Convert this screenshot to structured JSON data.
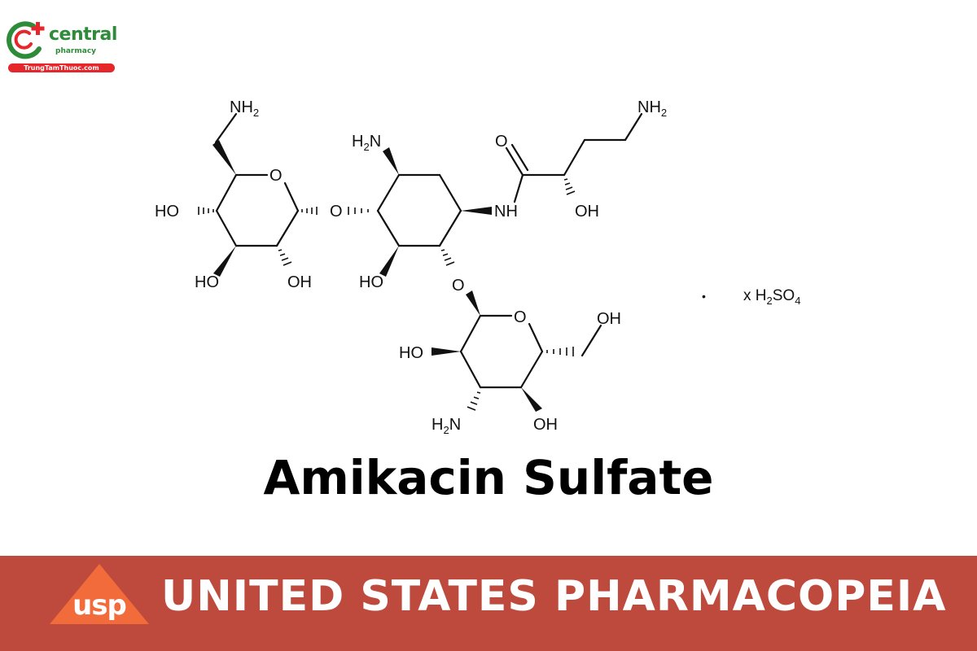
{
  "brand": {
    "name": "central",
    "tagline": "pharmacy",
    "website": "TrungTamThuoc.com",
    "colors": {
      "green": "#2e8b3a",
      "red": "#e5262b"
    }
  },
  "structure": {
    "compound": "Amikacin",
    "labels": {
      "left_nh2": "NH",
      "left_nh2_sub": "2",
      "left_ring_o": "O",
      "left_ho_4": "HO",
      "left_ho_3": "HO",
      "left_oh_2": "OH",
      "glycosidic_o_1": "O",
      "center_h2n": "H",
      "center_h2n_sub": "2",
      "center_h2n_n": "N",
      "center_ho": "HO",
      "center_nh": "NH",
      "glycosidic_o_2": "O",
      "amide_o": "O",
      "side_oh": "OH",
      "side_nh2": "NH",
      "side_nh2_sub": "2",
      "bottom_ring_o": "O",
      "bottom_oh_ch2": "OH",
      "bottom_ho": "HO",
      "bottom_h2n": "H",
      "bottom_h2n_sub": "2",
      "bottom_h2n_n": "N",
      "bottom_oh": "OH"
    },
    "salt": {
      "dot": "•",
      "prefix": "x H",
      "h_sub": "2",
      "so": "SO",
      "o_sub": "4"
    }
  },
  "title": "Amikacin Sulfate",
  "banner": {
    "logo_text": "usp",
    "text": "UNITED STATES PHARMACOPEIA",
    "colors": {
      "background": "#bd4a3c",
      "triangle": "#f26b3a",
      "text": "#ffffff"
    }
  }
}
